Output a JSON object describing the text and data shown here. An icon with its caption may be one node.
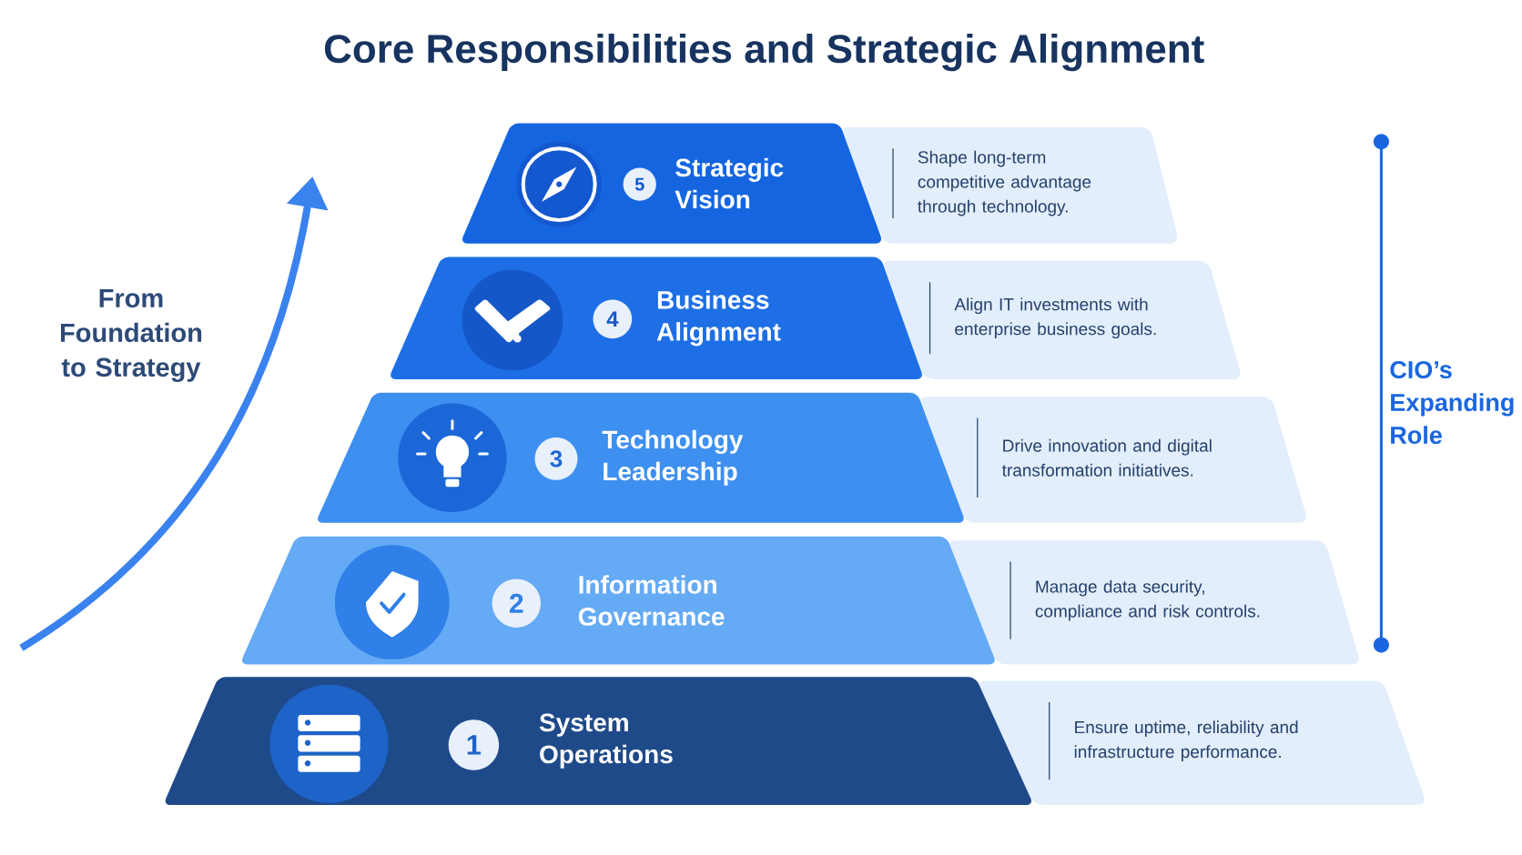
{
  "diagram": {
    "title": "Core Responsibilities and Strategic Alignment",
    "nodes": [
      {
        "text": [
          "5",
          "Strategic Vision"
        ]
      },
      {
        "text": [
          "Shape long-term competitive advantage through technology."
        ]
      },
      {
        "text": [
          "4",
          "Business Alignment"
        ]
      },
      {
        "text": [
          "Align IT investments with enterprise business goals."
        ]
      },
      {
        "text": [
          "3",
          "Technology Leadership"
        ]
      },
      {
        "text": [
          "Drive innovation and digital transformation initiatives."
        ]
      },
      {
        "text": [
          "2",
          "Information Governance"
        ]
      },
      {
        "text": [
          "Manage data security, compliance and risk controls."
        ]
      },
      {
        "text": [
          "1",
          "System Operations"
        ]
      },
      {
        "text": [
          "Ensure uptime, reliability and infrastructure performance."
        ]
      }
    ],
    "labels": [
      "From Foundation to Strategy",
      "CIO’s Expanding Role"
    ]
  }
}
